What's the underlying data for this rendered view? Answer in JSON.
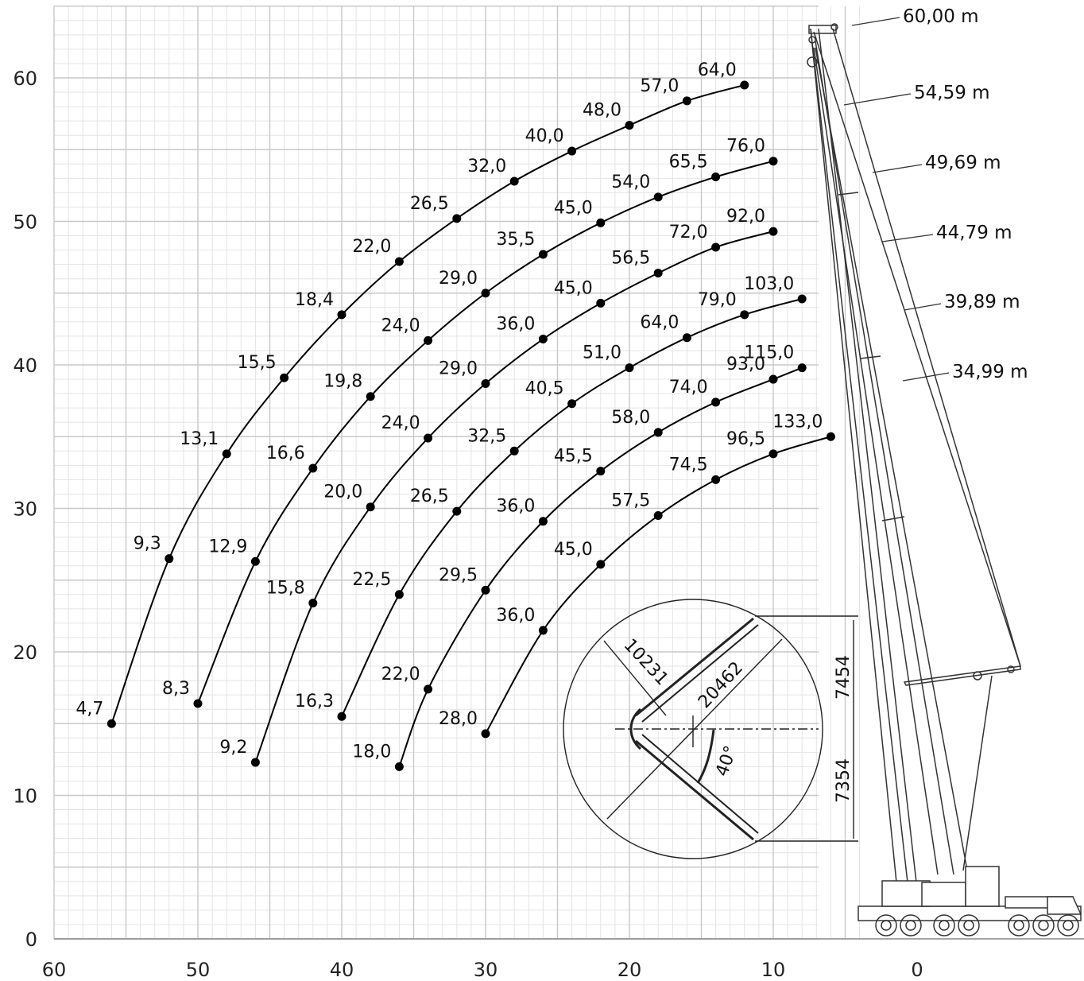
{
  "chart_data": {
    "type": "line",
    "xlim": [
      60,
      -10
    ],
    "ylim": [
      0,
      65
    ],
    "grid": true,
    "x_ticks": [
      "60",
      "50",
      "40",
      "30",
      "20",
      "10",
      "0"
    ],
    "y_ticks": [
      "0",
      "10",
      "20",
      "30",
      "40",
      "50",
      "60"
    ],
    "series": [
      {
        "name": "60,00 m",
        "points": [
          {
            "x": 56,
            "y": 15.0,
            "label": "4,7"
          },
          {
            "x": 52,
            "y": 26.5,
            "label": "9,3"
          },
          {
            "x": 48,
            "y": 33.8,
            "label": "13,1"
          },
          {
            "x": 44,
            "y": 39.1,
            "label": "15,5"
          },
          {
            "x": 40,
            "y": 43.5,
            "label": "18,4"
          },
          {
            "x": 36,
            "y": 47.2,
            "label": "22,0"
          },
          {
            "x": 32,
            "y": 50.2,
            "label": "26,5"
          },
          {
            "x": 28,
            "y": 52.8,
            "label": "32,0"
          },
          {
            "x": 24,
            "y": 54.9,
            "label": "40,0"
          },
          {
            "x": 20,
            "y": 56.7,
            "label": "48,0"
          },
          {
            "x": 16,
            "y": 58.4,
            "label": "57,0"
          },
          {
            "x": 12,
            "y": 59.5,
            "label": "64,0"
          }
        ]
      },
      {
        "name": "54,59 m",
        "points": [
          {
            "x": 50,
            "y": 16.4,
            "label": "8,3"
          },
          {
            "x": 46,
            "y": 26.3,
            "label": "12,9"
          },
          {
            "x": 42,
            "y": 32.8,
            "label": "16,6"
          },
          {
            "x": 38,
            "y": 37.8,
            "label": "19,8"
          },
          {
            "x": 34,
            "y": 41.7,
            "label": "24,0"
          },
          {
            "x": 30,
            "y": 45.0,
            "label": "29,0"
          },
          {
            "x": 26,
            "y": 47.7,
            "label": "35,5"
          },
          {
            "x": 22,
            "y": 49.9,
            "label": "45,0"
          },
          {
            "x": 18,
            "y": 51.7,
            "label": "54,0"
          },
          {
            "x": 14,
            "y": 53.1,
            "label": "65,5"
          },
          {
            "x": 10,
            "y": 54.2,
            "label": "76,0"
          }
        ]
      },
      {
        "name": "49,69 m",
        "points": [
          {
            "x": 46,
            "y": 12.3,
            "label": "9,2"
          },
          {
            "x": 42,
            "y": 23.4,
            "label": "15,8"
          },
          {
            "x": 38,
            "y": 30.1,
            "label": "20,0"
          },
          {
            "x": 34,
            "y": 34.9,
            "label": "24,0"
          },
          {
            "x": 30,
            "y": 38.7,
            "label": "29,0"
          },
          {
            "x": 26,
            "y": 41.8,
            "label": "36,0"
          },
          {
            "x": 22,
            "y": 44.3,
            "label": "45,0"
          },
          {
            "x": 18,
            "y": 46.4,
            "label": "56,5"
          },
          {
            "x": 14,
            "y": 48.2,
            "label": "72,0"
          },
          {
            "x": 10,
            "y": 49.3,
            "label": "92,0"
          }
        ]
      },
      {
        "name": "44,79 m",
        "points": [
          {
            "x": 40,
            "y": 15.5,
            "label": "16,3"
          },
          {
            "x": 36,
            "y": 24.0,
            "label": "22,5"
          },
          {
            "x": 32,
            "y": 29.8,
            "label": "26,5"
          },
          {
            "x": 28,
            "y": 34.0,
            "label": "32,5"
          },
          {
            "x": 24,
            "y": 37.3,
            "label": "40,5"
          },
          {
            "x": 20,
            "y": 39.8,
            "label": "51,0"
          },
          {
            "x": 16,
            "y": 41.9,
            "label": "64,0"
          },
          {
            "x": 12,
            "y": 43.5,
            "label": "79,0"
          },
          {
            "x": 8,
            "y": 44.6,
            "label": "103,0"
          }
        ]
      },
      {
        "name": "39,89 m",
        "points": [
          {
            "x": 36,
            "y": 12.0,
            "label": "18,0"
          },
          {
            "x": 34,
            "y": 17.4,
            "label": "22,0"
          },
          {
            "x": 30,
            "y": 24.3,
            "label": "29,5"
          },
          {
            "x": 26,
            "y": 29.1,
            "label": "36,0"
          },
          {
            "x": 22,
            "y": 32.6,
            "label": "45,5"
          },
          {
            "x": 18,
            "y": 35.3,
            "label": "58,0"
          },
          {
            "x": 14,
            "y": 37.4,
            "label": "74,0"
          },
          {
            "x": 10,
            "y": 39.0,
            "label": "93,0"
          },
          {
            "x": 8,
            "y": 39.8,
            "label": "115,0"
          }
        ]
      },
      {
        "name": "34,99 m",
        "points": [
          {
            "x": 30,
            "y": 14.3,
            "label": "28,0"
          },
          {
            "x": 26,
            "y": 21.5,
            "label": "36,0"
          },
          {
            "x": 22,
            "y": 26.1,
            "label": "45,0"
          },
          {
            "x": 18,
            "y": 29.5,
            "label": "57,5"
          },
          {
            "x": 14,
            "y": 32.0,
            "label": "74,5"
          },
          {
            "x": 10,
            "y": 33.8,
            "label": "96,5"
          },
          {
            "x": 6,
            "y": 35.0,
            "label": "133,0"
          }
        ]
      }
    ],
    "inset": {
      "dims": [
        "10231",
        "20462",
        "7454",
        "7354"
      ],
      "angle": "40°"
    }
  }
}
